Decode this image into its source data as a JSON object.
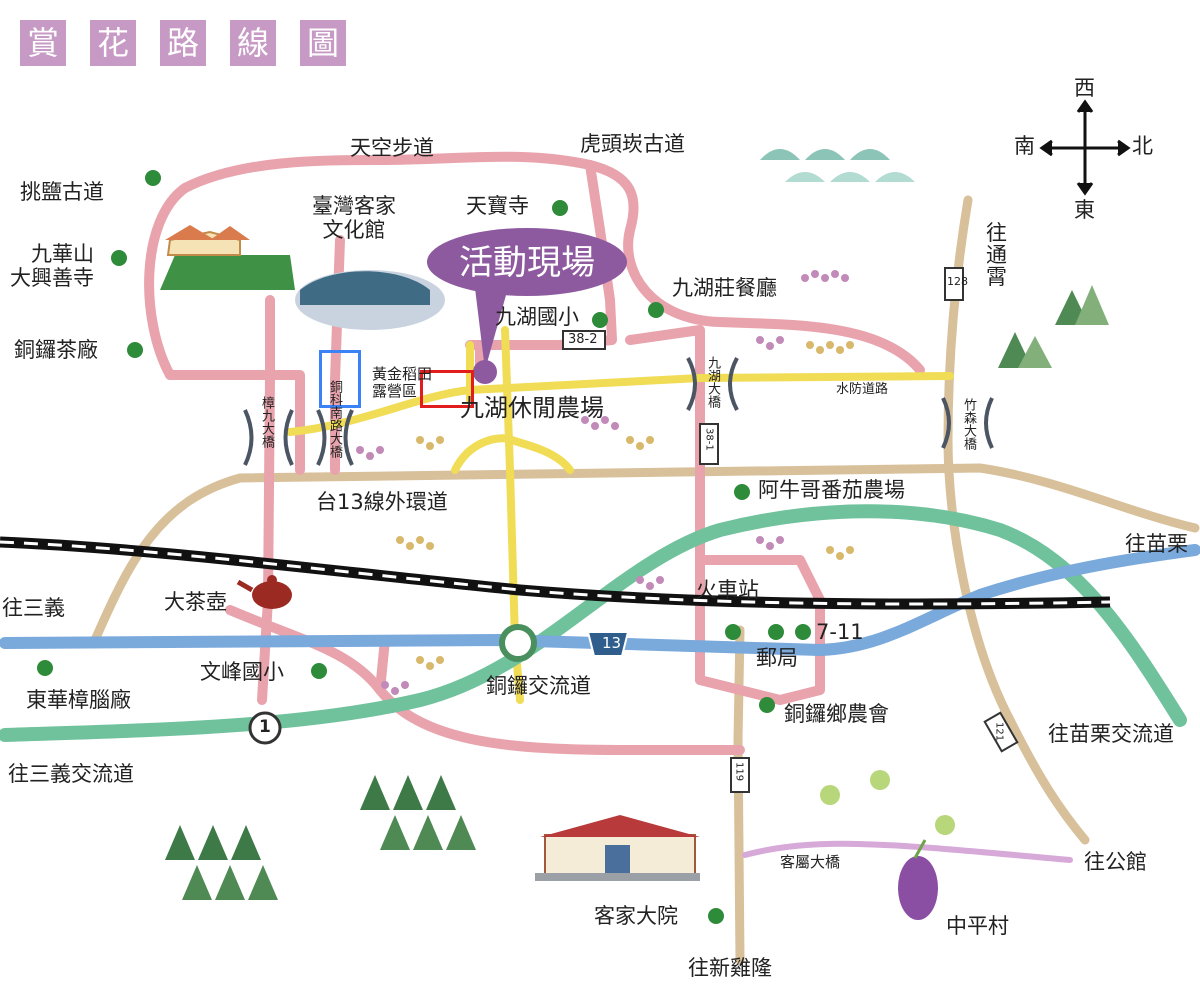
{
  "title_chars": [
    "賞",
    "花",
    "路",
    "線",
    "圖"
  ],
  "compass": {
    "west": "西",
    "east": "東",
    "south": "南",
    "north": "北"
  },
  "venue": "活動現場",
  "places": {
    "tiankong_trail": "天空步道",
    "hutou_trail": "虎頭崁古道",
    "tiaoyan_trail": "挑鹽古道",
    "tianbao_temple": "天寶寺",
    "hakka_museum": "臺灣客家\n文化館",
    "jiuhua_temple": "九華山\n大興善寺",
    "tongluo_tea": "銅鑼茶廠",
    "jiuhu_school": "九湖國小",
    "jiuhu_restaurant": "九湖莊餐廳",
    "golden_camp": "黃金稻田\n露營區",
    "jiuhu_farm": "九湖休閒農場",
    "shuifang_road": "水防道路",
    "agrandpa_tomato": "阿牛哥番茄農場",
    "tai13_ring": "台13線外環道",
    "big_teapot": "大茶壺",
    "train_station": "火車站",
    "seven_eleven": "7-11",
    "post_office": "郵局",
    "tongluo_interchange": "銅鑼交流道",
    "tongluo_farmers": "銅鑼鄉農會",
    "wenfeng_school": "文峰國小",
    "donghua_camphor": "東華樟腦廠",
    "hakka_courtyard": "客家大院",
    "kezhu_bridge": "客屬大橋",
    "zhongping_village": "中平村",
    "to_tongxiao": "往\n通\n霄",
    "to_miaoli": "往苗栗",
    "to_miaoli_ic": "往苗栗交流道",
    "to_sanyi": "往三義",
    "to_sanyi_ic": "往三義交流道",
    "to_gongguan": "往公館",
    "to_xinjilong": "往新雞隆"
  },
  "bridges": {
    "zhangjiu": "樟九大橋",
    "tongke_south": "銅科南路大橋",
    "jiuhu": "九湖大橋",
    "zhusen": "竹森大橋"
  },
  "route_shields": {
    "r128": "128",
    "r38_2": "38-2",
    "r38_1": "38-1",
    "r13": "13",
    "r1": "1",
    "r119": "119",
    "r121": "121"
  },
  "colors": {
    "title_bg": "#c79ac6",
    "venue": "#8e5a9f",
    "local_road": "#e8a3ad",
    "county_road": "#d8c09a",
    "provincial_road": "#f1dc55",
    "freeway": "#6fc29c",
    "highway_blue": "#7aa9dc",
    "railway": "#111111",
    "poi_dot": "#2e8b3a",
    "highlight_blue": "#3b82f6",
    "highlight_red": "#e11d1d"
  }
}
